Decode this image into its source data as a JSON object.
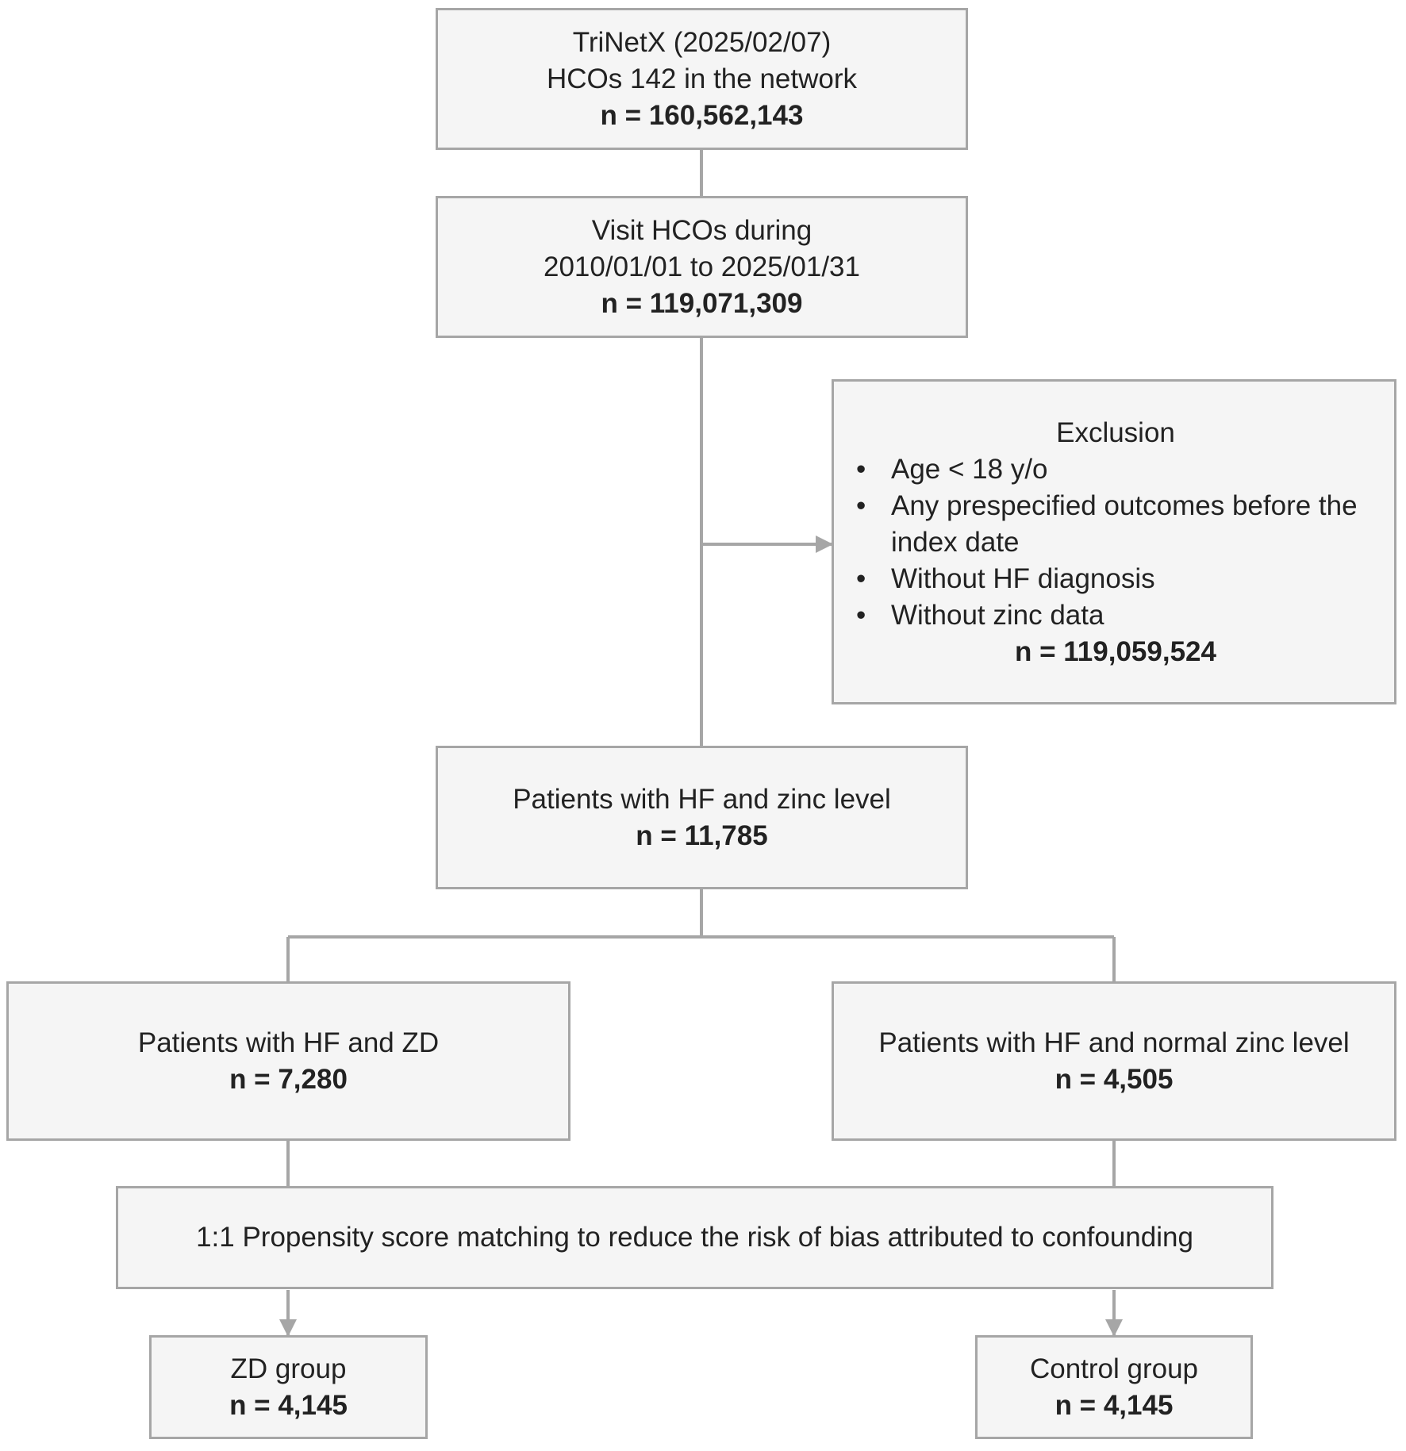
{
  "flowchart": {
    "source": {
      "line1": "TriNetX (2025/02/07)",
      "line2": "HCOs 142 in the network",
      "count": "n = 160,562,143"
    },
    "visit": {
      "line1": "Visit HCOs during",
      "line2": "2010/01/01 to 2025/01/31",
      "count": "n = 119,071,309"
    },
    "exclusion": {
      "title": "Exclusion",
      "bullet": "•",
      "items": [
        "Age < 18 y/o",
        "Any prespecified outcomes before the index date",
        "Without HF diagnosis",
        "Without zinc data"
      ],
      "count": "n = 119,059,524"
    },
    "hf_zinc": {
      "line1": "Patients with HF and zinc level",
      "count": "n = 11,785"
    },
    "zd": {
      "line1": "Patients with HF and ZD",
      "count": "n = 7,280"
    },
    "normal": {
      "line1": "Patients with HF and normal zinc level",
      "count": "n = 4,505"
    },
    "psm": {
      "line1": "1:1 Propensity score matching to reduce the risk of bias attributed to confounding"
    },
    "zd_group": {
      "line1": "ZD group",
      "count": "n = 4,145"
    },
    "control_group": {
      "line1": "Control group",
      "count": "n = 4,145"
    }
  },
  "colors": {
    "box_fill": "#f5f5f5",
    "box_border": "#a6a6a6",
    "connector": "#a6a6a6",
    "text": "#222222"
  }
}
